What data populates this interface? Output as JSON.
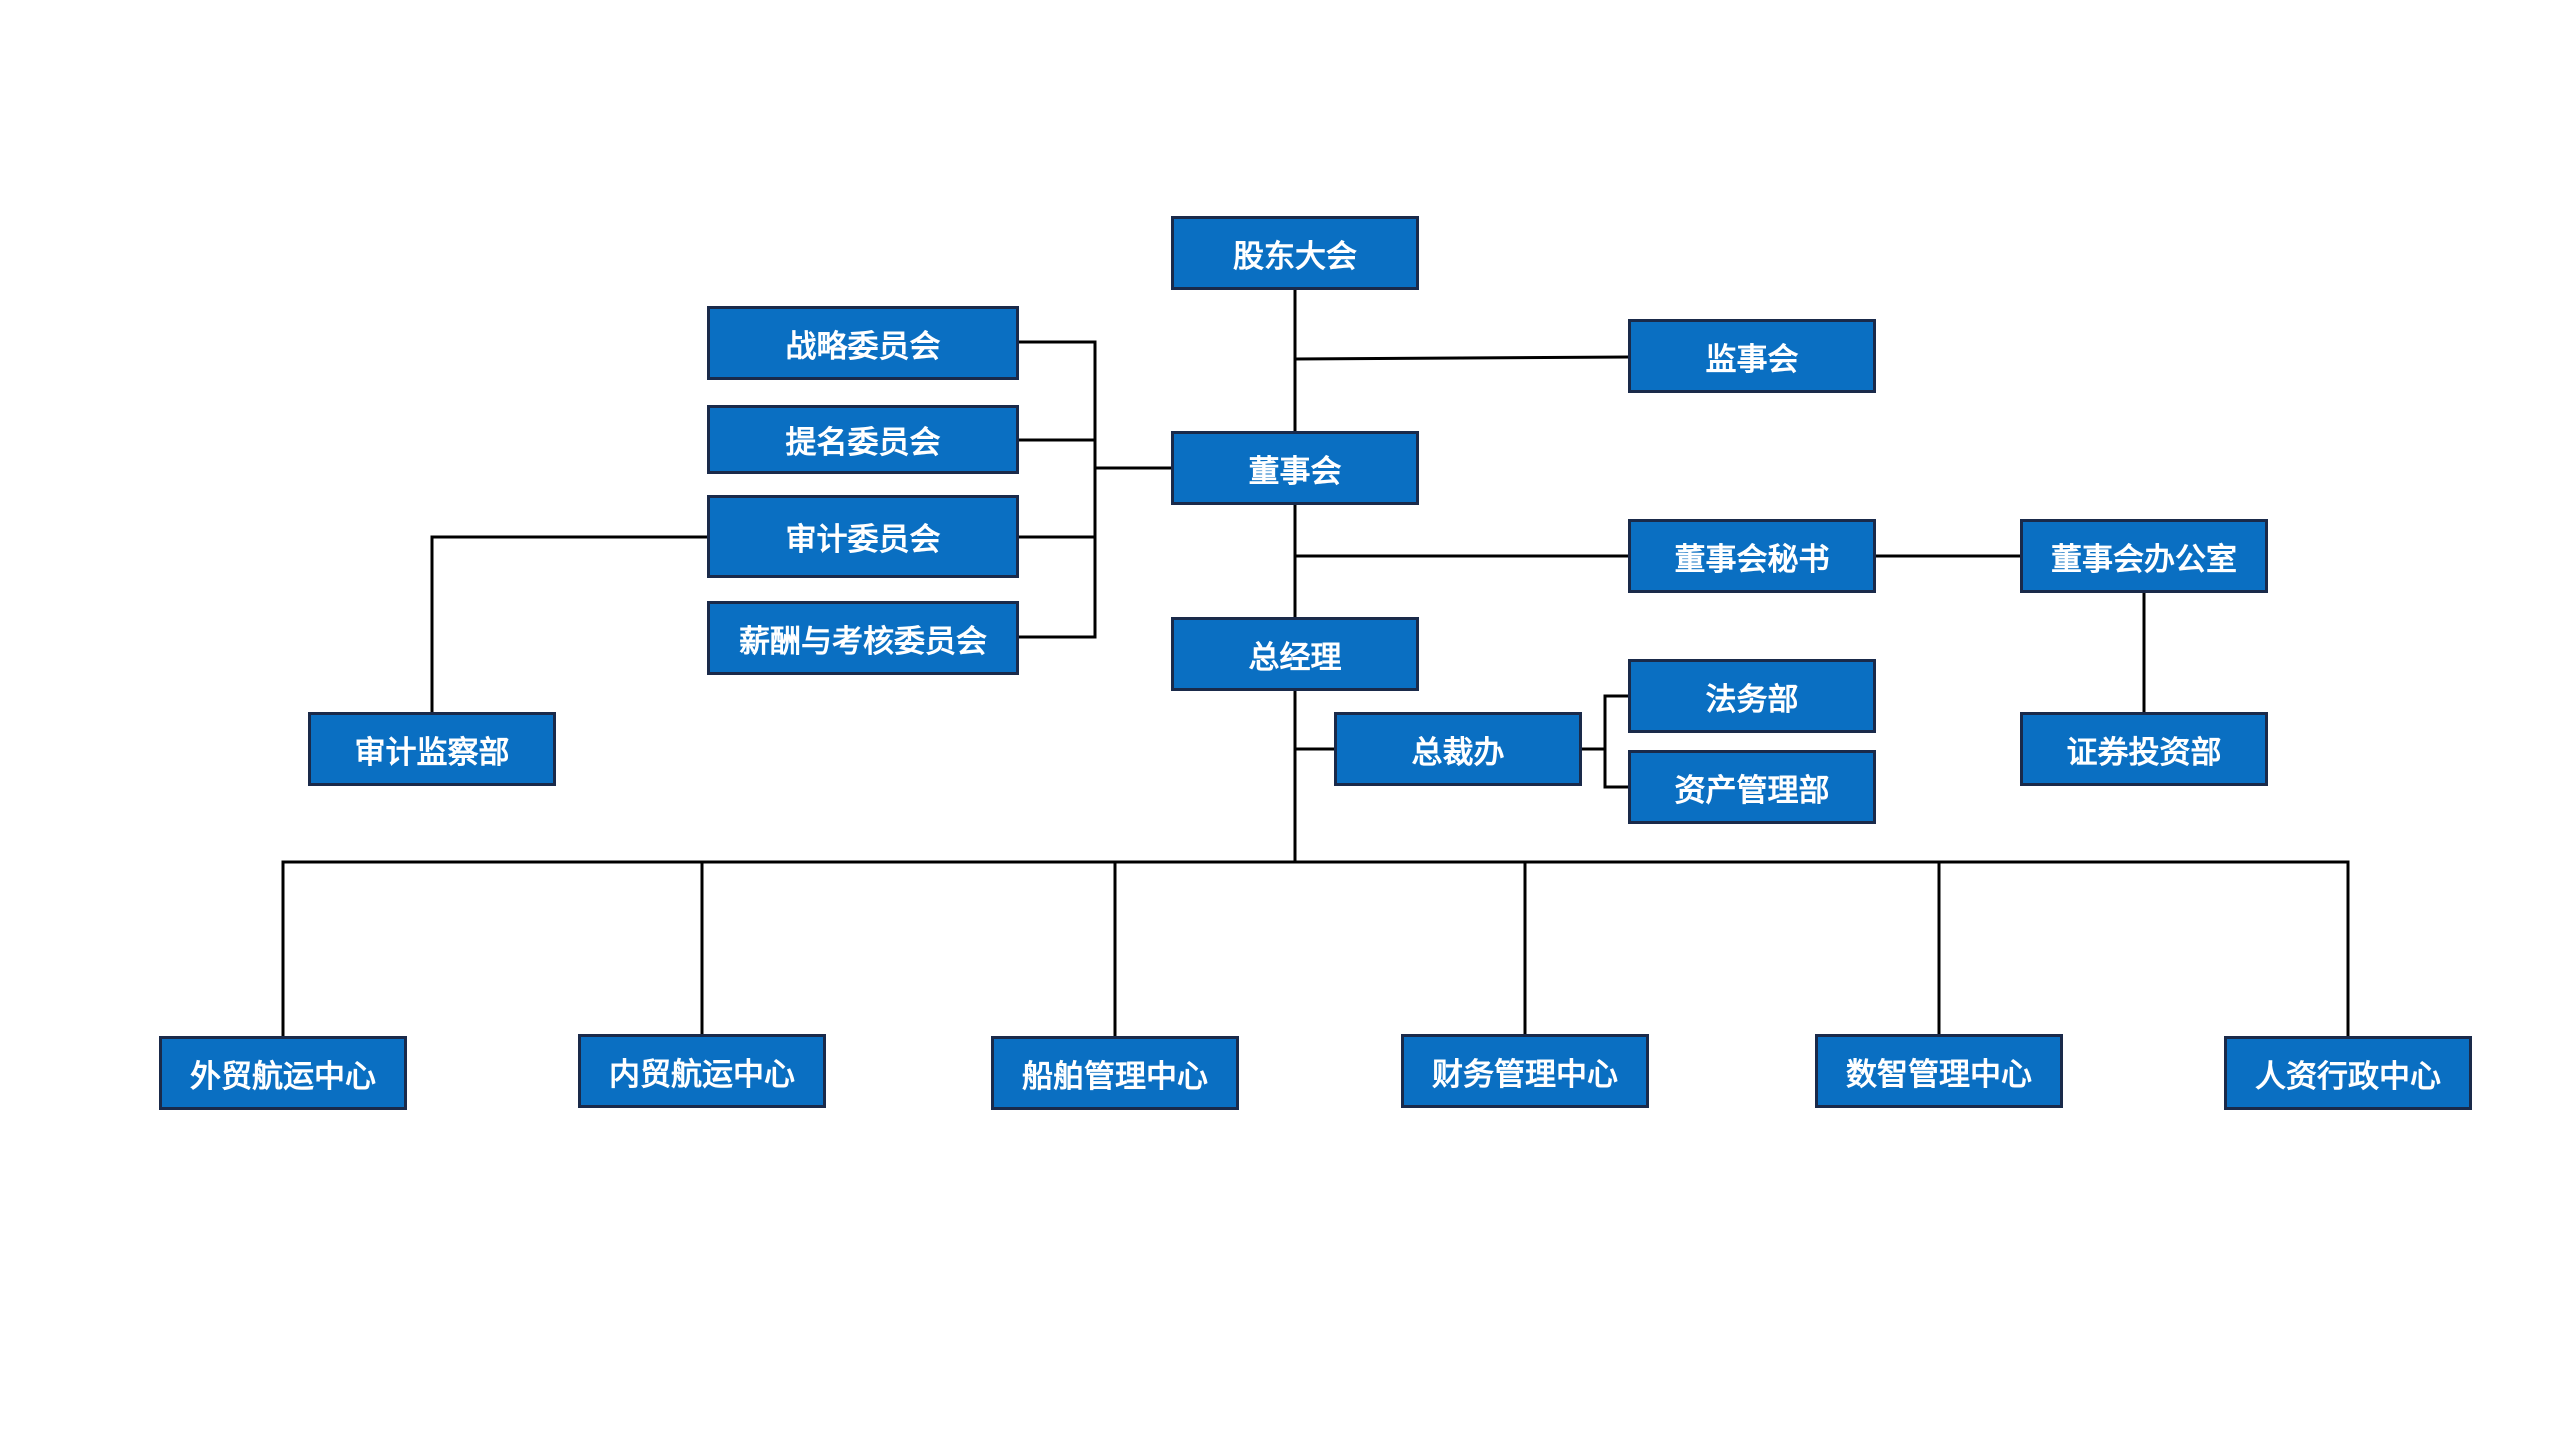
{
  "theme": {
    "node_fill": "#0a6fc2",
    "node_border": "#1a2a4a",
    "node_text": "#ffffff",
    "connector": "#000000"
  },
  "org": {
    "shareholders_meeting": "股东大会",
    "supervisory_board": "监事会",
    "board_of_directors": "董事会",
    "committees": {
      "strategy": "战略委员会",
      "nomination": "提名委员会",
      "audit": "审计委员会",
      "remuneration": "薪酬与考核委员会"
    },
    "board_secretary": "董事会秘书",
    "board_office": "董事会办公室",
    "securities_investment": "证券投资部",
    "general_manager": "总经理",
    "audit_supervision": "审计监察部",
    "ceo_office": "总裁办",
    "legal": "法务部",
    "asset_management": "资产管理部",
    "centers": [
      "外贸航运中心",
      "内贸航运中心",
      "船舶管理中心",
      "财务管理中心",
      "数智管理中心",
      "人资行政中心"
    ]
  }
}
